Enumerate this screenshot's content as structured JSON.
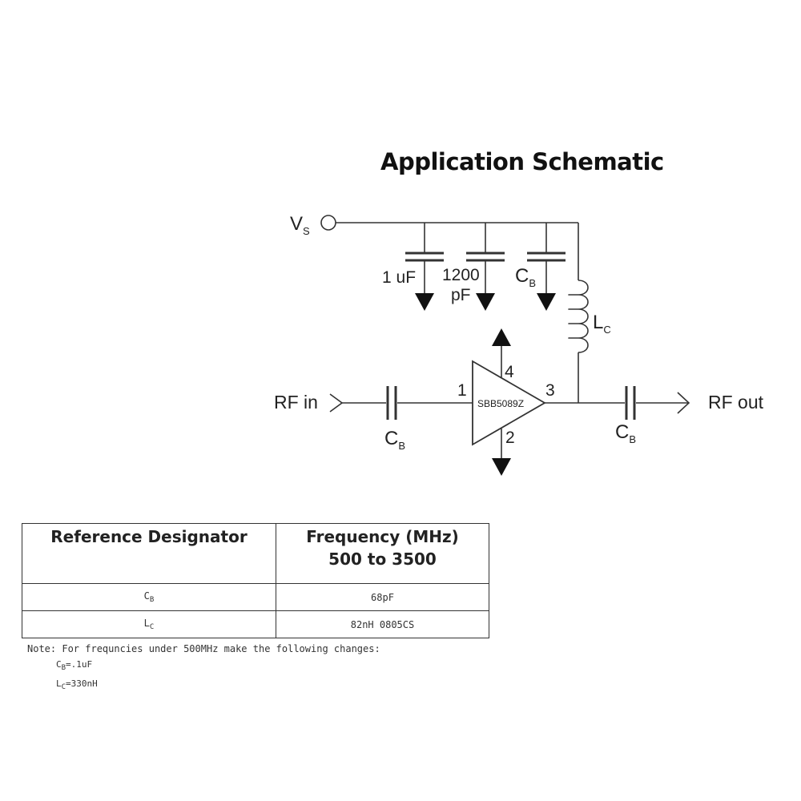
{
  "title": "Application Schematic",
  "schematic": {
    "vs_label": "V",
    "vs_sub": "S",
    "cap1_label": "1 uF",
    "cap2_label_line1": "1200",
    "cap2_label_line2": "pF",
    "cb_label": "C",
    "cb_sub": "B",
    "lc_label": "L",
    "lc_sub": "C",
    "rf_in": "RF in",
    "rf_out": "RF out",
    "amp_part": "SBB5089Z",
    "pin1": "1",
    "pin2": "2",
    "pin3": "3",
    "pin4": "4"
  },
  "table": {
    "header_col1": "Reference Designator",
    "header_col2_line1": "Frequency (MHz)",
    "header_col2_line2": "500 to 3500",
    "rows": [
      {
        "designator": "C",
        "designator_sub": "B",
        "value": "68pF"
      },
      {
        "designator": "L",
        "designator_sub": "C",
        "value": "82nH 0805CS"
      }
    ]
  },
  "note": {
    "text": "Note: For frequncies under 500MHz make the following changes:",
    "items": [
      {
        "designator": "C",
        "designator_sub": "B",
        "value": "=.1uF"
      },
      {
        "designator": "L",
        "designator_sub": "C",
        "value": "=330nH"
      }
    ]
  }
}
